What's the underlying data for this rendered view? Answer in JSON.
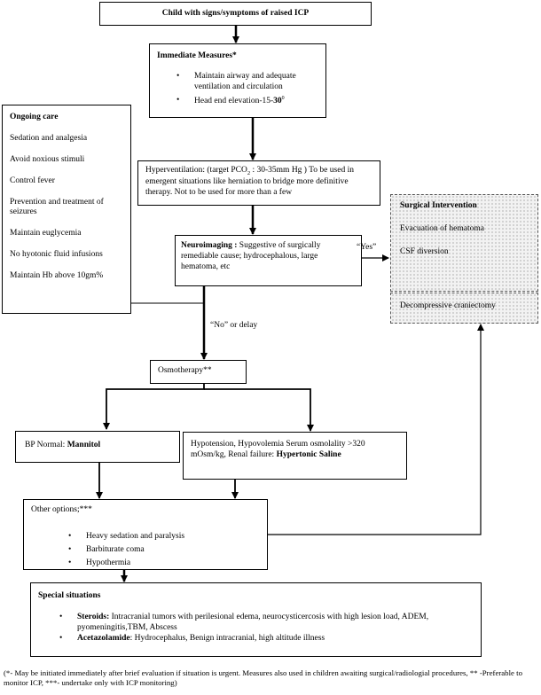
{
  "title": "Child with signs/symptoms of raised ICP",
  "immediate": {
    "heading": "Immediate Measures*",
    "item1": "Maintain airway and adequate ventilation and circulation",
    "item2_prefix": "Head end elevation-15-",
    "item2_bold": "30",
    "item2_sup": "0"
  },
  "ongoing": {
    "heading": "Ongoing care",
    "items": [
      "Sedation and analgesia",
      "Avoid noxious stimuli",
      "Control fever",
      "Prevention and treatment of seizures",
      "Maintain euglycemia",
      "No hyotonic fluid infusions",
      "Maintain Hb above 10gm%"
    ]
  },
  "hyperventilation": {
    "text_a": "Hyperventilation: (target PCO",
    "text_sub": "2",
    "text_b": " : 30-35mm Hg ) To be used in emergent situations like herniation to bridge more definitive therapy. Not to be used for more than a few"
  },
  "neuroimaging": {
    "bold": "Neuroimaging :",
    "text": " Suggestive of surgically remediable cause; hydrocephalous, large hematoma, etc"
  },
  "yes_label": "“Yes”",
  "no_label": "“No” or delay",
  "surgical": {
    "heading": "Surgical Intervention",
    "items": [
      "Evacuation of hematoma",
      "CSF diversion"
    ],
    "decompressive": "Decompressive craniectomy"
  },
  "osmotherapy": "Osmotherapy**",
  "bp_normal": {
    "text": "BP Normal: ",
    "bold": "Mannitol"
  },
  "hypotension": {
    "text": "Hypotension, Hypovolemia Serum osmolality >320 mOsm/kg, Renal failure: ",
    "bold": "Hypertonic Saline"
  },
  "other_options": {
    "heading": "Other options;***",
    "items": [
      "Heavy sedation and paralysis",
      "Barbiturate coma",
      "Hypothermia"
    ]
  },
  "special": {
    "heading": "Special situations",
    "steroids_bold": "Steroids:",
    "steroids_text": " Intracranial tumors with perilesional edema, neurocysticercosis with high lesion load, ADEM, pyomeningitis,TBM, Abscess",
    "acet_bold": "Acetazolamide",
    "acet_text": ": Hydrocephalus, Benign intracranial, high altitude illness"
  },
  "footnote": "(*- May be initiated immediately after brief evaluation if situation is urgent. Measures also used in children awaiting surgical/radiologial procedures, ** -Preferable to monitor ICP, ***- undertake only with ICP monitoring)"
}
